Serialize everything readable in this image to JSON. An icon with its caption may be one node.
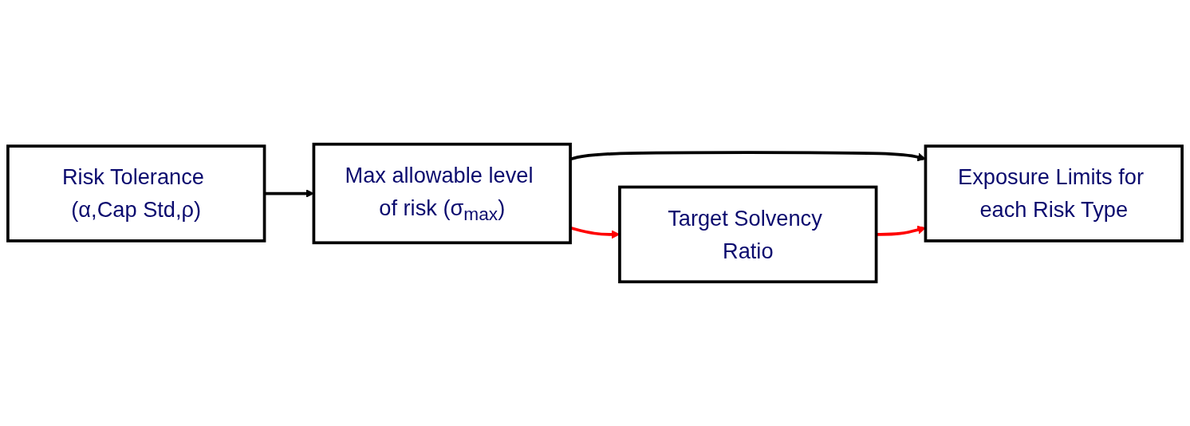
{
  "diagram": {
    "nodes": [
      {
        "text": [
          "Target Solvency Ratio"
        ]
      },
      {
        "text": [
          "Risk Tolerance (α,Cap Std,ρ)"
        ]
      },
      {
        "text": [
          "Max allowable level of risk (σ$_{max}$)"
        ]
      },
      {
        "text": [
          "Exposure Limits for each Risk Type"
        ]
      }
    ],
    "edges": [
      {
        "from": 1,
        "to": 2,
        "arrow": "to"
      },
      {
        "from": 2,
        "to": 0,
        "arrow": "to",
        "color": "#ff0000"
      },
      {
        "from": 2,
        "to": 3,
        "arrow": "to"
      },
      {
        "from": 0,
        "to": 3,
        "arrow": "to",
        "color": "#ff0000"
      }
    ]
  }
}
